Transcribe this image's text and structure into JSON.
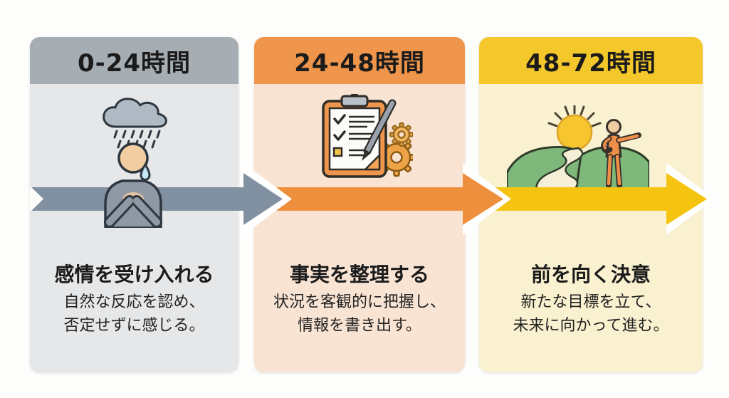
{
  "timeline": {
    "title_implicit": "72時間タイムライン",
    "phases": [
      {
        "id": "phase-1",
        "time_label": "0-24時間",
        "title": "感情を受け入れる",
        "description_line1": "自然な反応を認め、",
        "description_line2": "否定せずに感じる。",
        "illustration": "rain-cloud-sad-person",
        "header_color": "#a6aeb4",
        "body_color": "#e5e7e9",
        "arrow_color": "#8191a1"
      },
      {
        "id": "phase-2",
        "time_label": "24-48時間",
        "title": "事実を整理する",
        "description_line1": "状況を客観的に把握し、",
        "description_line2": "情報を書き出す。",
        "illustration": "clipboard-checklist-pen-gears",
        "header_color": "#f0954c",
        "body_color": "#f9e4d4",
        "arrow_color": "#ee8f3d"
      },
      {
        "id": "phase-3",
        "time_label": "48-72時間",
        "title": "前を向く決意",
        "description_line1": "新たな目標を立て、",
        "description_line2": "未来に向かって進む。",
        "illustration": "sunrise-path-pointing-person",
        "header_color": "#f4c72b",
        "body_color": "#f9f1d0",
        "arrow_color": "#f5c411"
      }
    ],
    "arrow": {
      "direction": "right",
      "segment_colors": [
        "#8191a1",
        "#ee8f3d",
        "#f5c411"
      ],
      "outline_color": "#ffffff"
    }
  },
  "colors": {
    "page_bg": "#fdfdfc",
    "text_dark": "#1b1b1b",
    "phase1_header": "#a6aeb4",
    "phase1_body": "#e5e7e9",
    "phase1_arrow": "#8191a1",
    "phase2_header": "#f0954c",
    "phase2_body": "#f9e4d4",
    "phase2_arrow": "#ee8f3d",
    "phase3_header": "#f4c72b",
    "phase3_body": "#f9f1d0",
    "phase3_arrow": "#f5c411"
  }
}
